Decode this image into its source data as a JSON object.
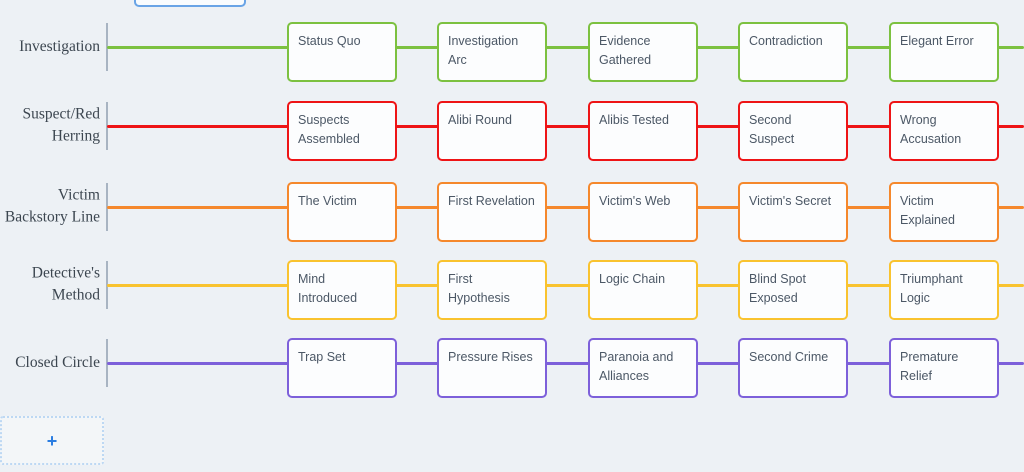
{
  "canvas": {
    "background_color": "#edf1f5"
  },
  "top_partial_box": {
    "border_color": "#69a4e6"
  },
  "rows": [
    {
      "label": "Investigation",
      "color": "#7cc140",
      "cards": [
        "Status Quo",
        "Investigation Arc",
        "Evidence Gathered",
        "Contradiction",
        "Elegant Error"
      ]
    },
    {
      "label": "Suspect/Red\nHerring",
      "color": "#ee1416",
      "cards": [
        "Suspects Assembled",
        "Alibi Round",
        "Alibis Tested",
        "Second Suspect",
        "Wrong Accusation"
      ]
    },
    {
      "label": "Victim\nBackstory Line",
      "color": "#f5882c",
      "cards": [
        "The Victim",
        "First Revelation",
        "Victim's Web",
        "Victim's Secret",
        "Victim Explained"
      ]
    },
    {
      "label": "Detective's\nMethod",
      "color": "#f9c32f",
      "cards": [
        "Mind Introduced",
        "First Hypothesis",
        "Logic Chain",
        "Blind Spot Exposed",
        "Triumphant Logic"
      ]
    },
    {
      "label": "Closed Circle",
      "color": "#7d60da",
      "cards": [
        "Trap Set",
        "Pressure Rises",
        "Paranoia and Alliances",
        "Second Crime",
        "Premature Relief"
      ]
    }
  ],
  "add_row": {
    "plus_label": "+",
    "plus_color": "#2a7de1"
  }
}
